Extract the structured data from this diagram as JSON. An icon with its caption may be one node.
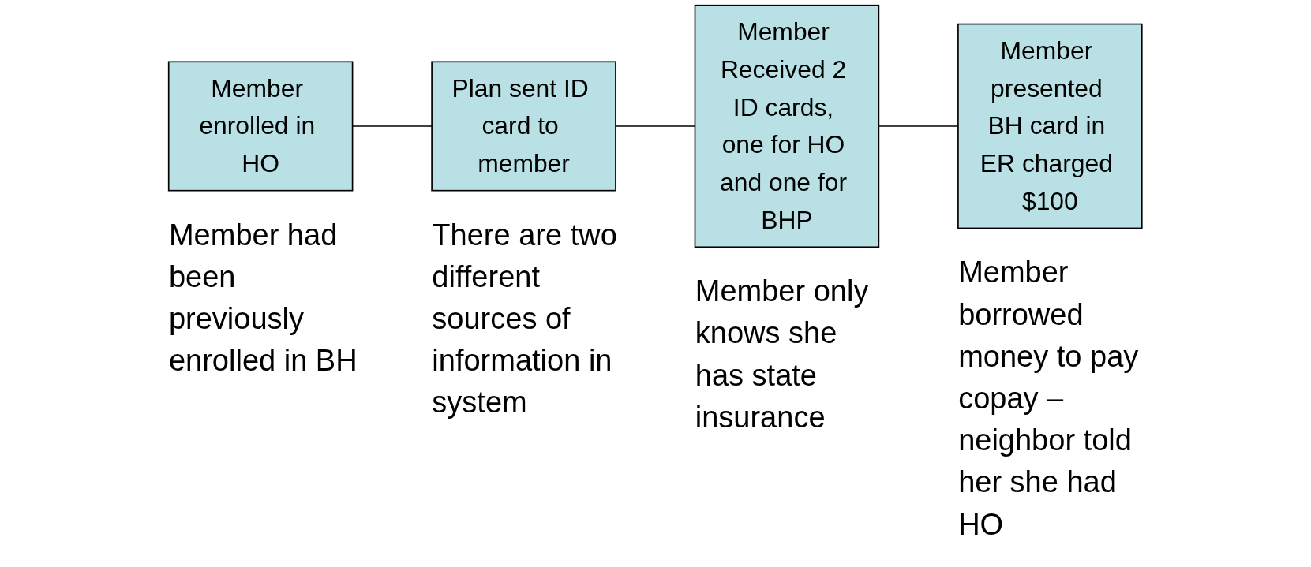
{
  "diagram": {
    "nodes": [
      {
        "text": [
          "Member enrolled in HO"
        ],
        "beside": [
          "Member had been previously enrolled in BH"
        ]
      },
      {
        "text": [
          "Plan sent ID card to member"
        ],
        "beside": [
          "There are two different sources of information in system"
        ]
      },
      {
        "text": [
          "Member Received 2 ID cards, one for HO and one for BHP"
        ],
        "beside": [
          "Member only knows she has state insurance"
        ]
      },
      {
        "text": [
          "Member presented BH card in ER charged $100"
        ],
        "beside": [
          "Member borrowed money to pay copay – neighbor told her she had HO"
        ]
      }
    ],
    "edges": [
      {
        "from": 0,
        "to": 1,
        "arrow": "none"
      },
      {
        "from": 1,
        "to": 2,
        "arrow": "none"
      },
      {
        "from": 2,
        "to": 3,
        "arrow": "none"
      }
    ]
  }
}
